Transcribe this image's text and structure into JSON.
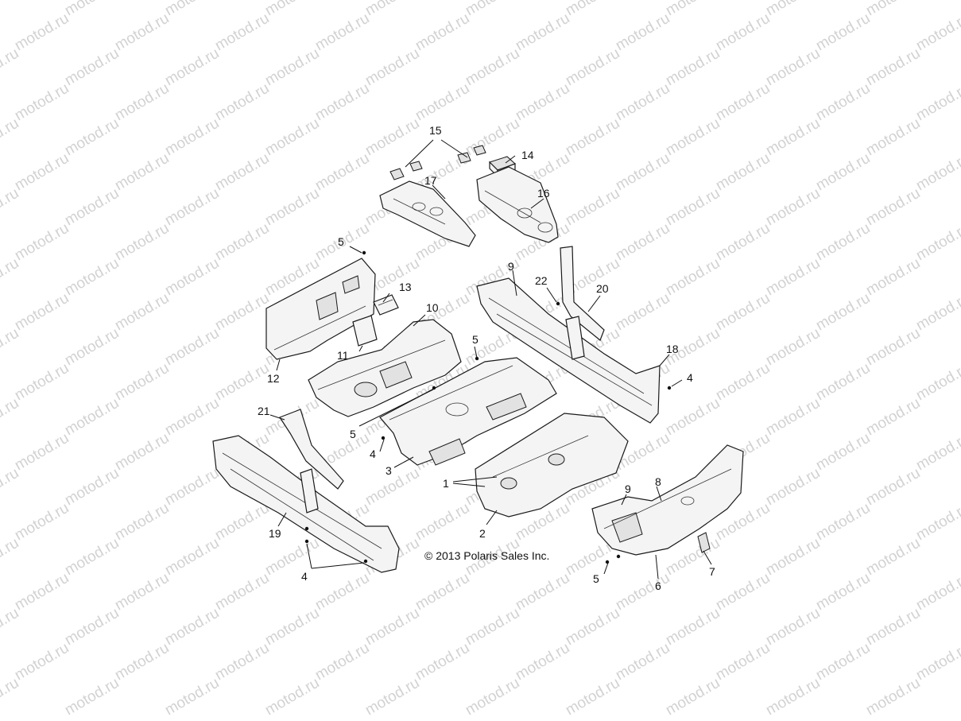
{
  "watermark": {
    "text": "motod.ru"
  },
  "copyright": "© 2013 Polaris Sales Inc.",
  "callouts": {
    "c1": "1",
    "c2": "2",
    "c3": "3",
    "c4a": "4",
    "c4b": "4",
    "c4c": "4",
    "c5a": "5",
    "c5b": "5",
    "c5c": "5",
    "c5d": "5",
    "c6": "6",
    "c7": "7",
    "c8": "8",
    "c9a": "9",
    "c9b": "9",
    "c10": "10",
    "c11": "11",
    "c12": "12",
    "c13": "13",
    "c14": "14",
    "c15": "15",
    "c16": "16",
    "c17": "17",
    "c18": "18",
    "c19": "19",
    "c20": "20",
    "c21": "21",
    "c22": "22"
  },
  "colors": {
    "line": "#1a1a1a",
    "watermark": "#d2d2d2",
    "background": "#ffffff"
  }
}
